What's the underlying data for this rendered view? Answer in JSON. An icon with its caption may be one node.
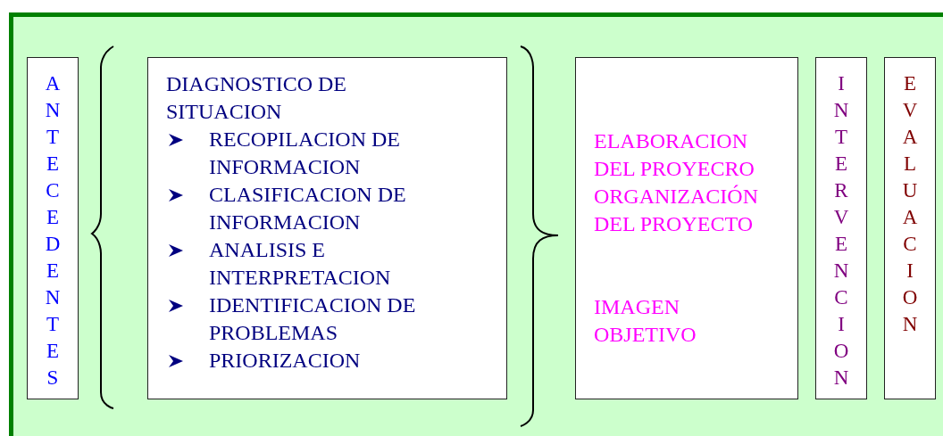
{
  "diagram": {
    "nodes": [
      {
        "text": [],
        "shape": "box"
      },
      {
        "text": [
          "ANTECEDENTES"
        ],
        "in": 0
      },
      {
        "text": [
          "DIAGNOSTICO DE SITUACION",
          "RECOPILACION DE INFORMACION",
          "CLASIFICACION DE INFORMACION",
          "ANALISIS E INTERPRETACION",
          "IDENTIFICACION DE PROBLEMAS",
          "PRIORIZACION"
        ],
        "in": 0
      },
      {
        "text": [
          "ELABORACION DEL PROYECRO",
          "ORGANIZACIÓN DEL PROYECTO",
          "IMAGEN OBJETIVO"
        ],
        "in": 0
      },
      {
        "text": [
          "INTERVENCION"
        ],
        "in": 0
      },
      {
        "text": [
          "EVALUACION"
        ],
        "in": 0
      }
    ],
    "edges": []
  }
}
